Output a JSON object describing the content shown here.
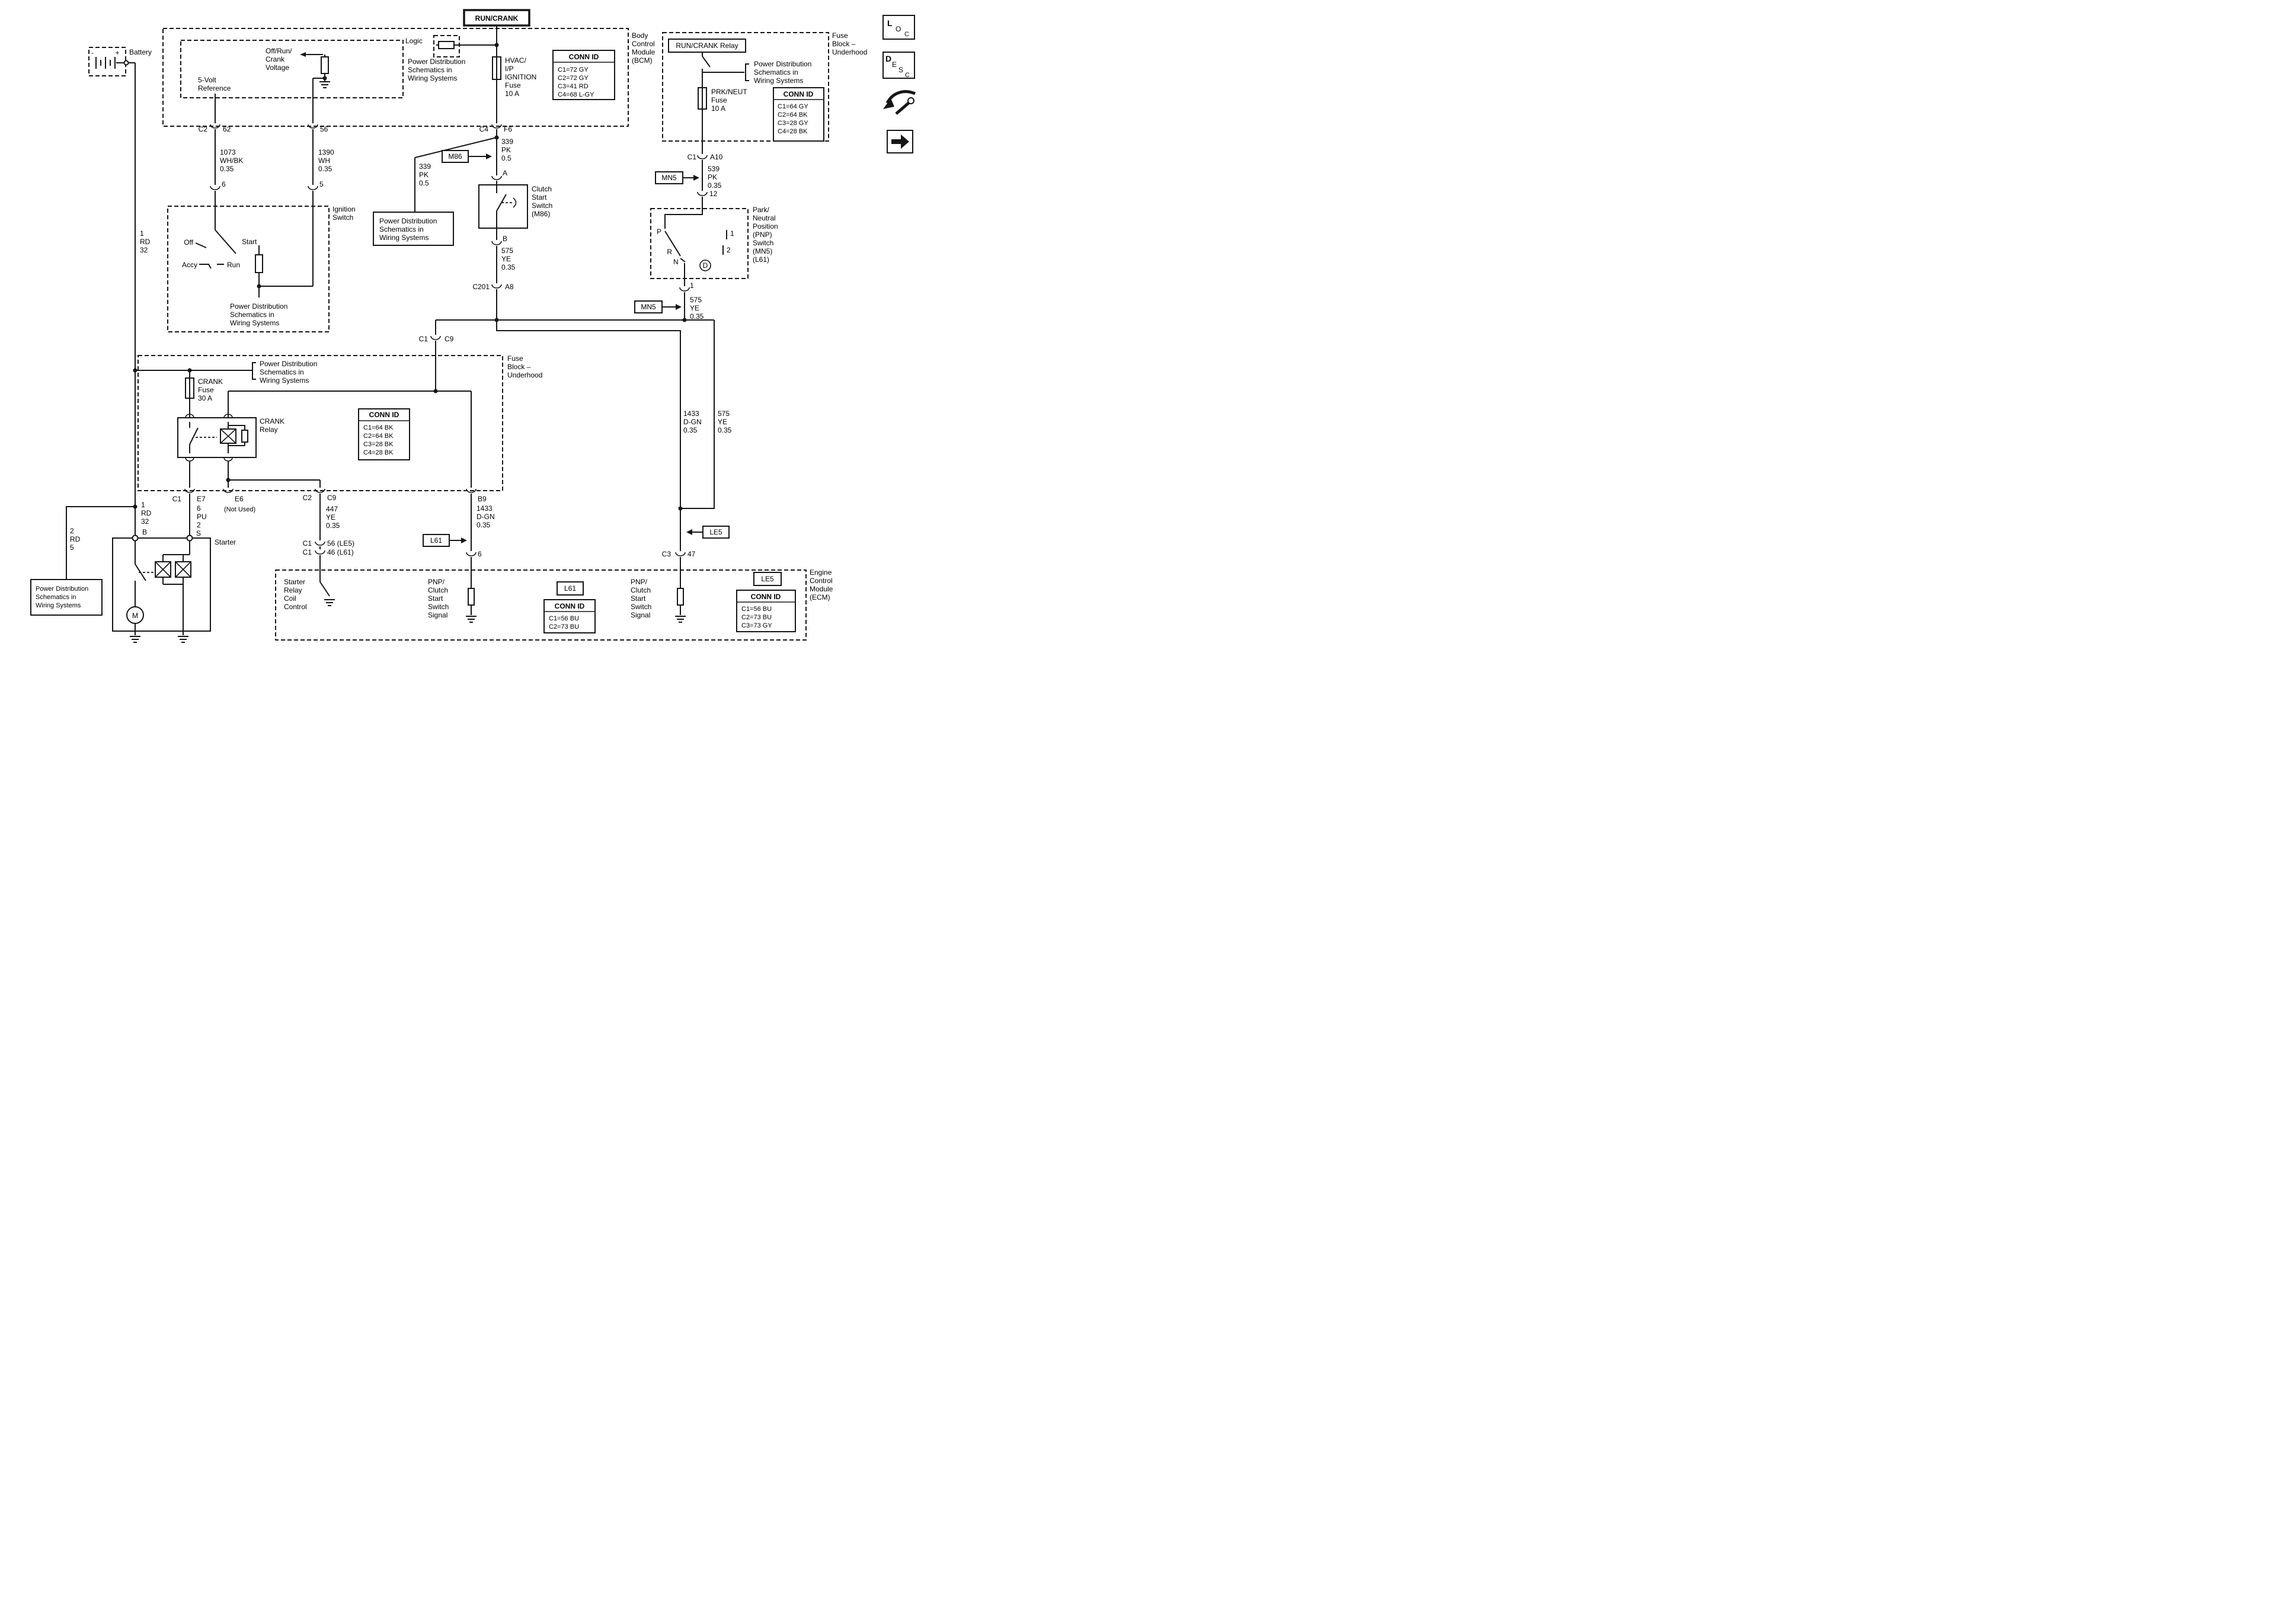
{
  "title": "RUN/CRANK",
  "icons": {
    "loc": [
      "L",
      "O",
      "C"
    ],
    "desc": [
      "D",
      "E",
      "S",
      "C"
    ]
  },
  "common": {
    "power_dist": [
      "Power Distribution",
      "Schematics in",
      "Wiring Systems"
    ],
    "conn_id": "CONN ID",
    "fuse_block_underhood": [
      "Fuse",
      "Block –",
      "Underhood"
    ]
  },
  "battery": {
    "label": "Battery",
    "minus": "-",
    "plus": "+",
    "wire_upper": [
      "1",
      "RD",
      "32"
    ],
    "wire_lower": [
      "1",
      "RD",
      "32"
    ],
    "branch": [
      "2",
      "RD",
      "5"
    ],
    "term_b": "B"
  },
  "bcm": {
    "label": [
      "Body",
      "Control",
      "Module",
      "(BCM)"
    ],
    "logic": "Logic",
    "five_volt": [
      "5-Volt",
      "Reference"
    ],
    "orc": [
      "Off/Run/",
      "Crank",
      "Voltage"
    ],
    "fuse": [
      "HVAC/",
      "I/P",
      "IGNITION",
      "Fuse",
      "10 A"
    ],
    "conn_rows": [
      "C1=72 GY",
      "C2=72 GY",
      "C3=41 RD",
      "C4=68 L-GY"
    ],
    "pins": {
      "c2": "C2",
      "p62": "62",
      "p56": "56",
      "c4": "C4",
      "f6": "F6"
    }
  },
  "wires": {
    "w1073": [
      "1073",
      "WH/BK",
      "0.35"
    ],
    "w1390": [
      "1390",
      "WH",
      "0.35"
    ],
    "w339a": [
      "339",
      "PK",
      "0.5"
    ],
    "w339b": [
      "339",
      "PK",
      "0.5"
    ],
    "w575": [
      "575",
      "YE",
      "0.35"
    ],
    "w539": [
      "539",
      "PK",
      "0.35"
    ],
    "w1433": [
      "1433",
      "D-GN",
      "0.35"
    ],
    "w447": [
      "447",
      "YE",
      "0.35"
    ],
    "w6pu": [
      "6",
      "PU",
      "2"
    ]
  },
  "ignition": {
    "label": [
      "Ignition",
      "Switch"
    ],
    "pins": {
      "p6": "6",
      "p5": "5"
    },
    "positions": {
      "off": "Off",
      "accy": "Accy",
      "run": "Run",
      "start": "Start"
    }
  },
  "clutch": {
    "label": [
      "Clutch",
      "Start",
      "Switch",
      "(M86)"
    ],
    "pin_a": "A",
    "pin_b": "B",
    "conn": "M86",
    "c201": "C201",
    "a8": "A8"
  },
  "fbu_right": {
    "relay": "RUN/CRANK Relay",
    "fuse": [
      "PRK/NEUT",
      "Fuse",
      "10 A"
    ],
    "conn_rows": [
      "C1=64 GY",
      "C2=64 BK",
      "C3=28 GY",
      "C4=28 BK"
    ],
    "pins": {
      "c1": "C1",
      "a10": "A10",
      "p12": "12"
    }
  },
  "pnp": {
    "label": [
      "Park/",
      "Neutral",
      "Position",
      "(PNP)",
      "Switch",
      "(MN5)",
      "(L61)"
    ],
    "conn": "MN5",
    "positions": {
      "p": "P",
      "r": "R",
      "n": "N",
      "d": "D",
      "n1": "1",
      "n2": "2"
    },
    "pin1": "1"
  },
  "fbu_center": {
    "fuse": [
      "CRANK",
      "Fuse",
      "30 A"
    ],
    "relay": [
      "CRANK",
      "Relay"
    ],
    "conn_rows": [
      "C1=64 BK",
      "C2=64 BK",
      "C3=28 BK",
      "C4=28 BK"
    ],
    "pins": {
      "c1": "C1",
      "c9": "C9",
      "c1s": "C1",
      "e7": "E7",
      "e6": "E6",
      "not_used": "(Not Used)",
      "c2": "C2",
      "c9b": "C9",
      "b9": "B9"
    }
  },
  "starter": {
    "label": "Starter",
    "m": "M",
    "term_s": "S"
  },
  "ecm": {
    "label": [
      "Engine",
      "Control",
      "Module",
      "(ECM)"
    ],
    "relay_ctl": [
      "Starter",
      "Relay",
      "Coil",
      "Control"
    ],
    "pnp_sig": [
      "PNP/",
      "Clutch",
      "Start",
      "Switch",
      "Signal"
    ],
    "l61": "L61",
    "le5": "LE5",
    "l61_rows": [
      "C1=56 BU",
      "C2=73 BU"
    ],
    "le5_rows": [
      "C1=56 BU",
      "C2=73 BU",
      "C3=73 GY"
    ],
    "pins": {
      "c1a": "C1",
      "p56": "56 (LE5)",
      "c1b": "C1",
      "p46": "46 (L61)",
      "p6": "6",
      "c3": "C3",
      "p47": "47"
    }
  }
}
